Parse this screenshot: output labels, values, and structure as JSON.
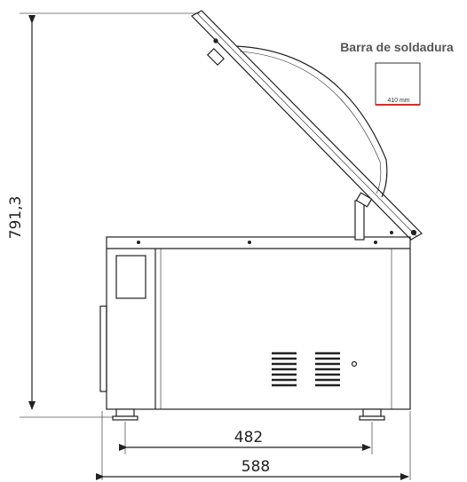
{
  "dimensions": {
    "height_total": "791,3",
    "width_feet": "482",
    "width_total": "588"
  },
  "seal_bar": {
    "title": "Barra de soldadura",
    "length": "410 mm",
    "accent_color": "#d0302b"
  }
}
